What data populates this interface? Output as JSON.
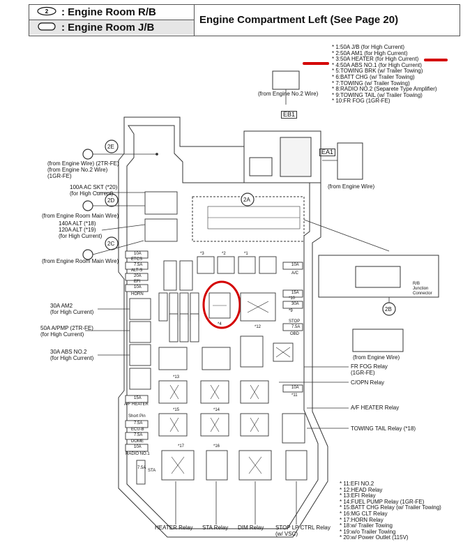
{
  "header": {
    "symbol_rb": "2",
    "row1": ": Engine Room R/B",
    "row2": ": Engine Room J/B",
    "title": "Engine Compartment Left (See Page 20)"
  },
  "legend_top": [
    "* 1:50A J/B (for High Current)",
    "* 2:50A AM1 (for High Current)",
    "* 3:50A HEATER (for High Current)",
    "* 4:50A ABS NO.1 (for High Current)",
    "* 5:TOWING BRK (w/ Trailer Towing)",
    "* 6:BATT CHG (w/ Trailer Towing)",
    "* 7:TOWING (w/ Trailer Towing)",
    "* 8:RADIO NO.2 (Separete Type Amplifier)",
    "* 9:TOWING TAIL (w/ Trailer Towing)",
    "* 10:FR FOG (1GR-FE)"
  ],
  "legend_bottom": [
    "* 11:EFI NO.2",
    "* 12:HEAD Relay",
    "* 13:EFI Relay",
    "* 14:FUEL PUMP Relay (1GR-FE)",
    "* 15:BATT CHG Relay (w/ Trailer Towing)",
    "* 16:MG CLT Relay",
    "* 17:HORN Relay",
    "* 18:w/ Trailer Towing",
    "* 19:w/o Trailer Towing",
    "* 20:w/ Power Outlet (115V)"
  ],
  "connectors": {
    "eng2": "(from Engine No.2 Wire)",
    "eb1": "EB1",
    "ea1": "EA1",
    "eng_wire": "(from Engine Wire)",
    "rb_jc": "R/B\nJunction\nConnector",
    "c2b": "2B",
    "eng_wire2": "(from Engine Wire)"
  },
  "left_labels": {
    "c2e": "2E",
    "c2e_text": "(from Engine Wire) (2TR-FE)\n(from Engine No.2 Wire)\n(1GR-FE)",
    "acskt": "100A AC SKT (*20)\n(for High Current)",
    "c2d": "2D",
    "c2d_text": "(from Engine Room Main Wire)",
    "alt": "140A ALT (*18)\n120A ALT (*19)\n(for High Current)",
    "c2c": "2C",
    "c2c_text": "(from Engine Room Main Wire)",
    "am2": "30A AM2\n(for High Current)",
    "apmp": "50A A/PMP (2TR-FE)\n(for High Current)",
    "abs2": "30A ABS NO.2\n(for High Current)"
  },
  "center": {
    "c2a": "2A",
    "fuses_left": [
      "10A",
      "7.5A",
      "20A",
      "10A"
    ],
    "fuse_left_names": [
      "ETCS",
      "ALT-S",
      "EFI",
      "HORN"
    ],
    "ac": "A/C",
    "ac_fuse": "10A",
    "right_fuses": [
      "15A",
      "30A",
      "7.5A"
    ],
    "stop": "STOP",
    "obd": "OBD",
    "n10": "*10",
    "n9": "*9",
    "n11": "*11",
    "fuse11": "10A",
    "n12": "*12",
    "n13": "*13",
    "n14": "*14",
    "n15": "*15",
    "n16": "*16",
    "n17": "*17",
    "n1": "*1",
    "n2": "*2",
    "n3": "*3",
    "n4": "*4",
    "afheater": "A/F HEATER",
    "shortpin": "Short Pin",
    "ecub": "ECU-B",
    "dome": "DOME",
    "radio1": "RADIO NO.1",
    "sta": "STA",
    "af_fuse": "15A",
    "ecub_fuse": "7.5A",
    "dome_fuse": "7.5A",
    "radio_fuse": "10A",
    "sta_fuse": "7.5A"
  },
  "right_labels": {
    "frfog": "FR FOG Relay\n(1GR-FE)",
    "copn": "C/OPN Relay",
    "afh": "A/F HEATER Relay",
    "towtail": "TOWING TAIL Relay (*18)"
  },
  "bottom_labels": {
    "heater": "HEATER Relay",
    "sta": "STA Relay",
    "dim": "DIM Relay",
    "stoplp": "STOP LP CTRL Relay\n(w/ VSC)"
  },
  "colors": {
    "highlight": "#d40000",
    "line": "#333333",
    "panel": "#ffffff",
    "gray": "#e6e6e6"
  }
}
